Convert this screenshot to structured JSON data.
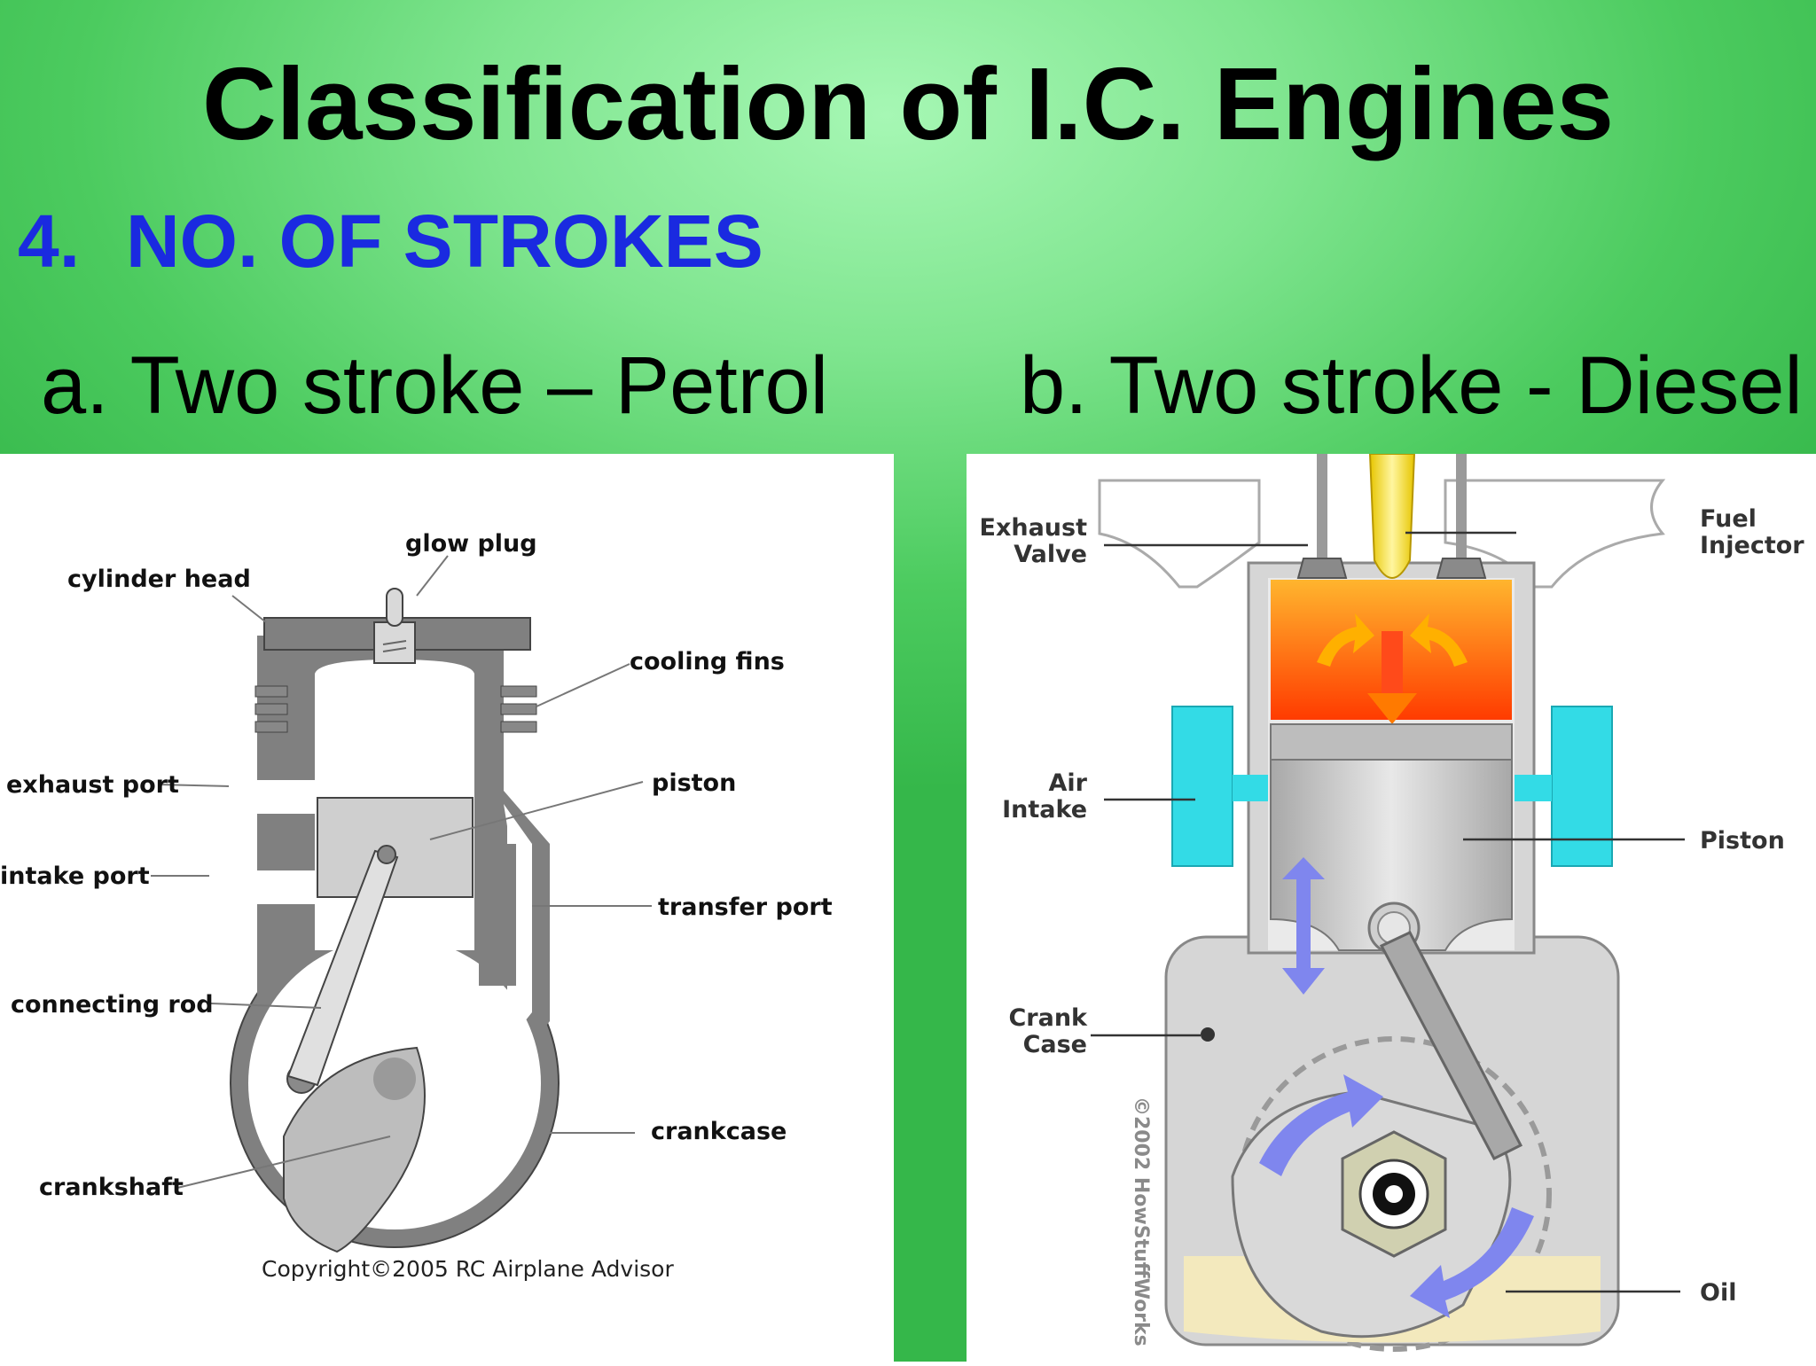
{
  "slide": {
    "title": "Classification of I.C. Engines",
    "section_number": "4.",
    "section_title": "NO. OF STROKES",
    "colors": {
      "background": "#66dd77",
      "title": "#000000",
      "section": "#1a2ae0"
    }
  },
  "petrol": {
    "caption": "a. Two stroke – Petrol",
    "labels": {
      "glow_plug": "glow plug",
      "cylinder_head": "cylinder head",
      "cooling_fins": "cooling fins",
      "exhaust_port": "exhaust port",
      "piston": "piston",
      "intake_port": "intake port",
      "transfer_port": "transfer port",
      "connecting_rod": "connecting rod",
      "crankcase": "crankcase",
      "crankshaft": "crankshaft"
    },
    "copyright": "Copyright©2005 RC Airplane Advisor"
  },
  "diesel": {
    "caption": "b. Two stroke - Diesel",
    "labels": {
      "exhaust_line1": "Exhaust",
      "exhaust_line2": "Valve",
      "fuel_line1": "Fuel",
      "fuel_line2": "Injector",
      "air_line1": "Air",
      "air_line2": "Intake",
      "piston": "Piston",
      "crank_line1": "Crank",
      "crank_line2": "Case",
      "oil": "Oil"
    },
    "copyright": "©2002 HowStuffWorks"
  }
}
